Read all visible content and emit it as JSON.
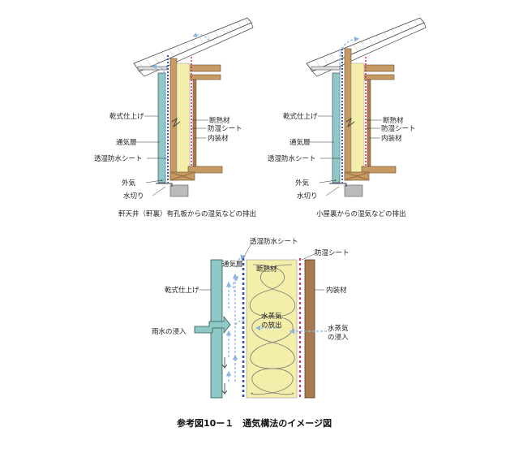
{
  "colors": {
    "cladding": "#8fc9c5",
    "insulation": "#f3eeaa",
    "interior": "#a77a50",
    "timber": "#c79a63",
    "airflow": "#8fb5de",
    "moisture_barrier": "#cc3377",
    "waterproof_sheet": "#3355aa",
    "roof_line": "#444444"
  },
  "detail_left": {
    "labels": {
      "dry_finish": "乾式仕上げ",
      "air_layer": "通気層",
      "waterproof_sheet": "透湿防水シート",
      "outside_air": "外気",
      "flashing": "水切り",
      "insulation": "断熱材",
      "moisture_sheet": "防湿シート",
      "interior": "内装材"
    },
    "caption": "軒天井（軒裏）有孔板からの湿気などの排出"
  },
  "detail_right": {
    "labels": {
      "dry_finish": "乾式仕上げ",
      "air_layer": "通気層",
      "waterproof_sheet": "透湿防水シート",
      "outside_air": "外気",
      "flashing": "水切り",
      "insulation": "断熱材",
      "moisture_sheet": "防湿シート",
      "interior": "内装材"
    },
    "caption": "小屋裏からの湿気などの排出"
  },
  "section": {
    "labels": {
      "waterproof_sheet": "透湿防水シート",
      "moisture_sheet": "防湿シート",
      "air_layer": "通気層",
      "insulation": "断熱材",
      "dry_finish": "乾式仕上げ",
      "interior": "内装材",
      "vapor_release_1": "水蒸気",
      "vapor_release_2": "の放出",
      "vapor_entry_1": "水蒸気",
      "vapor_entry_2": "の浸入",
      "rain_entry": "雨水の浸入"
    }
  },
  "figure_title": "参考図10ー１　通気構法のイメージ図"
}
